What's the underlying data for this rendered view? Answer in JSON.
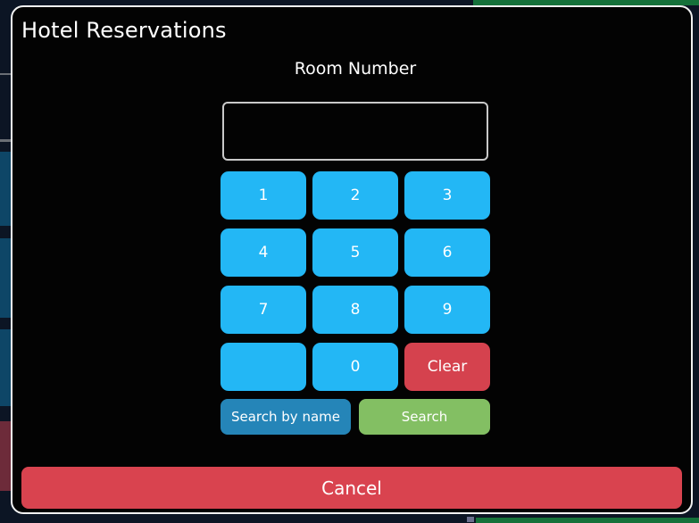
{
  "modal": {
    "title": "Hotel Reservations",
    "field_label": "Room Number",
    "input": {
      "value": "",
      "placeholder": ""
    },
    "keypad": {
      "rows": [
        [
          "1",
          "2",
          "3"
        ],
        [
          "4",
          "5",
          "6"
        ],
        [
          "7",
          "8",
          "9"
        ],
        [
          "",
          "0",
          "Clear"
        ]
      ]
    },
    "actions": {
      "search_by_name": "Search by name",
      "search": "Search",
      "cancel": "Cancel"
    },
    "colors": {
      "digit_button": "#23b7f5",
      "clear_button": "#d5424e",
      "search_by_name_button": "#2585b8",
      "search_button": "#83bf63",
      "cancel_button": "#d9434f",
      "modal_bg": "#030303",
      "modal_border": "#f2f2f2"
    }
  },
  "background": {
    "base_color": "#0c1524",
    "accent_green": "#15713a",
    "row_stripe_blue": "#0e4667",
    "row_stripe_red": "#6d2b3a",
    "divider_gray": "#6a6f75",
    "bottom_gray_chip": "#6b6f8e"
  }
}
